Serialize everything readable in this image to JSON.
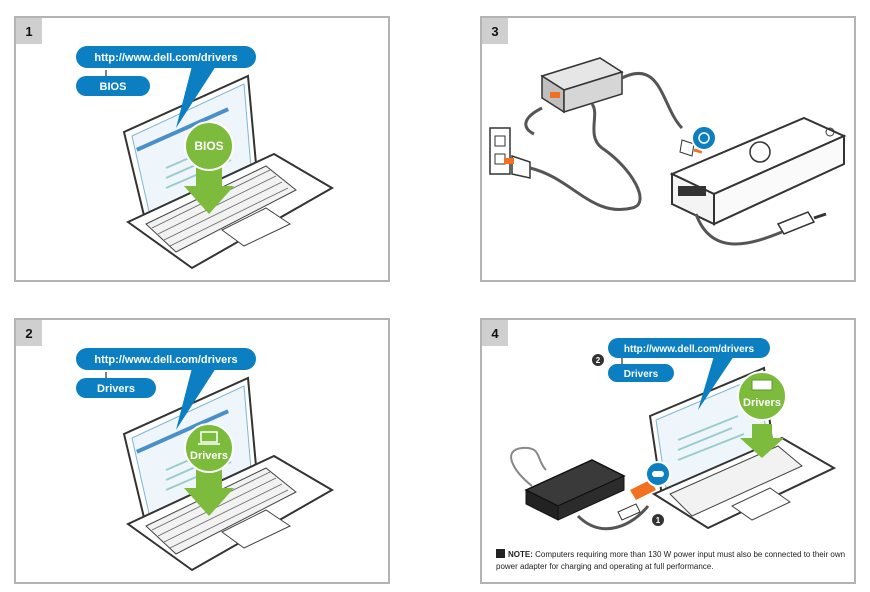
{
  "panels": [
    {
      "number": "1",
      "url_label": "http://www.dell.com/drivers",
      "sub_label": "BIOS",
      "badge_label": "BIOS"
    },
    {
      "number": "2",
      "url_label": "http://www.dell.com/drivers",
      "sub_label": "Drivers",
      "badge_label": "Drivers"
    },
    {
      "number": "3"
    },
    {
      "number": "4",
      "url_label": "http://www.dell.com/drivers",
      "sub_label": "Drivers",
      "badge_label": "Drivers",
      "callout_2": "2",
      "callout_1": "1",
      "note_label": "NOTE:",
      "note_text": "Computers requiring more than 130 W power input must also be connected to their own power adapter for charging and operating at full performance."
    }
  ],
  "colors": {
    "blue": "#0b7fc1",
    "green": "#7dbb3c",
    "orange": "#f37021",
    "border": "#b3b3b3",
    "line": "#4a4a4a"
  },
  "icons": [
    "laptop-icon",
    "dock-icon",
    "usb-c-icon",
    "power-adapter-icon",
    "wall-outlet-icon"
  ]
}
